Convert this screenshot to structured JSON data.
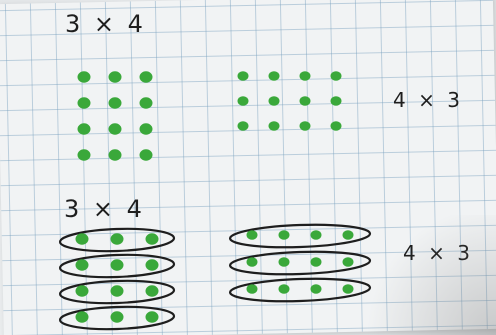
{
  "labels": {
    "top_left": "3 × 4",
    "top_right": "4 × 3",
    "bottom_left": "3 × 4",
    "bottom_right": "4 × 3"
  },
  "arrays": {
    "top_left": {
      "rows": 4,
      "cols": 3,
      "grouped": false
    },
    "top_right": {
      "rows": 3,
      "cols": 4,
      "grouped": false
    },
    "bottom_left": {
      "rows": 4,
      "cols": 3,
      "grouped": true,
      "group_by": "row"
    },
    "bottom_right": {
      "rows": 3,
      "cols": 4,
      "grouped": true,
      "group_by": "row"
    }
  },
  "colors": {
    "dot": "#3aa83a",
    "ink": "#1e1e1e",
    "grid": "#8fb3cc",
    "paper": "#f1f3f4"
  }
}
